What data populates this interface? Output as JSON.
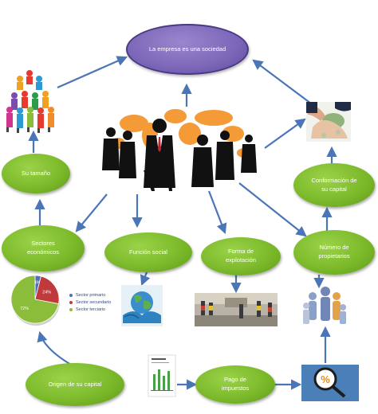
{
  "center": {
    "label": "La empresa es una sociedad"
  },
  "nodes": {
    "tamano": "Su tamaño",
    "sectores": "Sectores\neconómicos",
    "funcion": "Función social",
    "forma": "Forma de\nexplotación",
    "numero": "Número de\npropietarios",
    "conformacion": "Conformación  de\nsu capital",
    "origen": "Origen de su capital",
    "pago": "Pago de\nimpuestos"
  },
  "pie": {
    "slices": [
      {
        "label": "Sector primario",
        "value": 4,
        "text": "4%",
        "color": "#4f6fbf"
      },
      {
        "label": "Sector secundario",
        "value": 24,
        "text": "24%",
        "color": "#c0393b"
      },
      {
        "label": "Sector terciario",
        "value": 72,
        "text": "72%",
        "color": "#8bbd3a"
      }
    ]
  },
  "colors": {
    "green": "#7cba2b",
    "purple": "#7c66b8",
    "arrow": "#4a76b8"
  },
  "icons": {
    "people_pyramid": "people-pyramid-icon",
    "business_team": "business-team-icon",
    "money_hands": "money-in-hands-icon",
    "globe_hands": "globe-in-hands-icon",
    "construction_workers": "construction-workers-photo",
    "people_group": "people-group-icon",
    "bar_report": "bar-report-icon",
    "percent_magnifier": "percent-magnifier-icon"
  }
}
